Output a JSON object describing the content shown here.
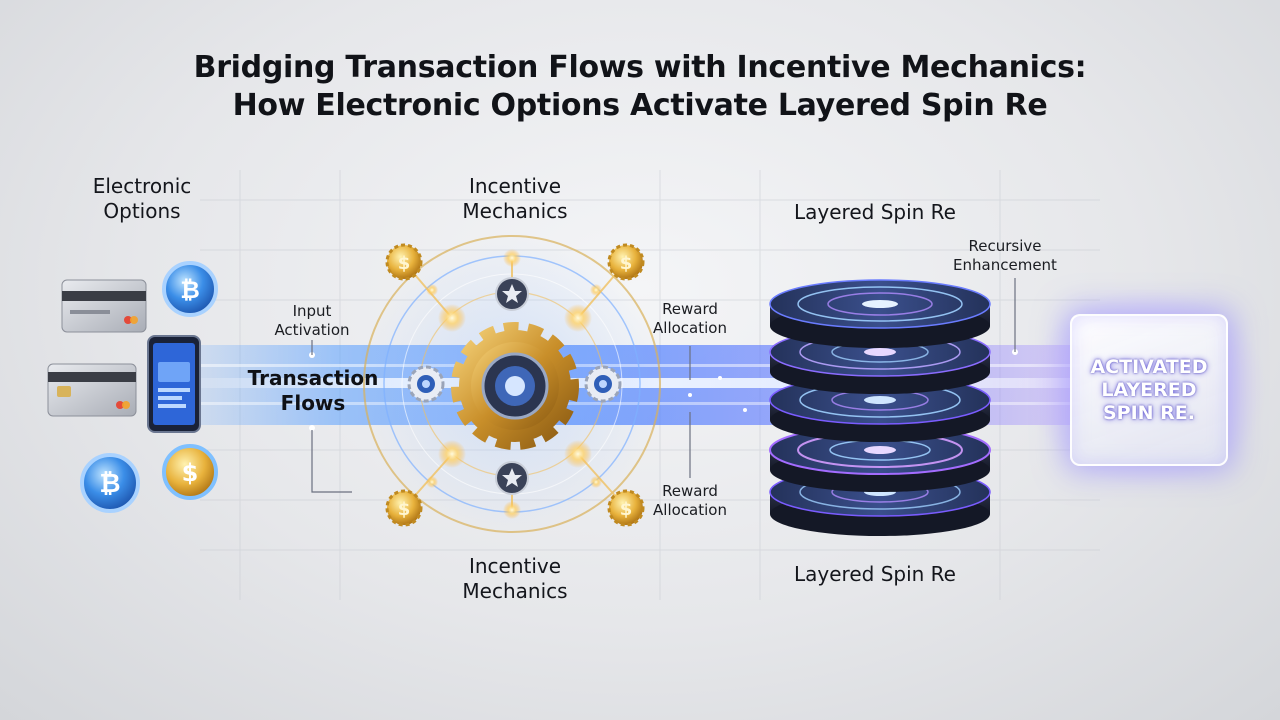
{
  "title": {
    "line1": "Bridging Transaction Flows with Incentive Mechanics:",
    "line2": "How Electronic Options Activate Layered Spin Re"
  },
  "labels": {
    "electronic_options_l1": "Electronic",
    "electronic_options_l2": "Options",
    "incentive_top_l1": "Incentive",
    "incentive_top_l2": "Mechanics",
    "incentive_bottom_l1": "Incentive",
    "incentive_bottom_l2": "Mechanics",
    "layered_top": "Layered Spin Re",
    "layered_bottom": "Layered Spin Re",
    "input_l1": "Input",
    "input_l2": "Activation",
    "transaction_l1": "Transaction",
    "transaction_l2": "Flows",
    "reward_top_l1": "Reward",
    "reward_top_l2": "Allocation",
    "reward_bottom_l1": "Reward",
    "reward_bottom_l2": "Allocation",
    "recursive_l1": "Recursive",
    "recursive_l2": "Enhancement",
    "final": "ACTIVATED\nLAYERED\nSPIN RE."
  },
  "icons": {
    "payment_items": [
      "credit-card-icon",
      "credit-card-icon",
      "smartphone-icon",
      "crypto-coin-icon",
      "crypto-coin-icon",
      "crypto-coin-icon"
    ],
    "gear": "gear-icon",
    "reward_coins": "dollar-coin-icon",
    "disc_stack": "layered-disc-stack-icon"
  },
  "colors": {
    "flow_beam": "#3f8cff",
    "gear_gold": "#d9a53a",
    "glow_gold": "#ffcc55",
    "disc_purple": "#7a5cff",
    "disc_dark": "#1e2a44"
  }
}
